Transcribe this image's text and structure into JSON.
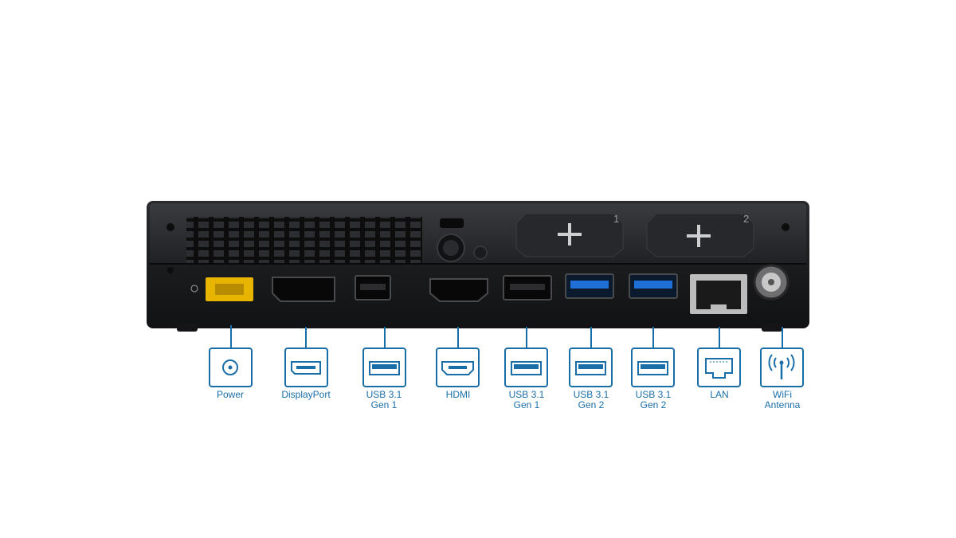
{
  "bay_numbers": [
    "1",
    "2"
  ],
  "ports": [
    {
      "id": "power",
      "line1": "Power",
      "line2": "",
      "icon": "power-icon"
    },
    {
      "id": "displayport",
      "line1": "DisplayPort",
      "line2": "",
      "icon": "displayport-icon"
    },
    {
      "id": "usb-a",
      "line1": "USB 3.1",
      "line2": "Gen 1",
      "icon": "usb-icon"
    },
    {
      "id": "hdmi",
      "line1": "HDMI",
      "line2": "",
      "icon": "hdmi-icon"
    },
    {
      "id": "usb-b",
      "line1": "USB 3.1",
      "line2": "Gen 1",
      "icon": "usb-icon"
    },
    {
      "id": "usb-c",
      "line1": "USB 3.1",
      "line2": "Gen 2",
      "icon": "usb-icon"
    },
    {
      "id": "usb-d",
      "line1": "USB 3.1",
      "line2": "Gen 2",
      "icon": "usb-icon"
    },
    {
      "id": "lan",
      "line1": "LAN",
      "line2": "",
      "icon": "lan-icon"
    },
    {
      "id": "wifi",
      "line1": "WiFi",
      "line2": "Antenna",
      "icon": "wifi-antenna-icon"
    }
  ],
  "colors": {
    "label_blue": "#1a6ea8",
    "usb_blue": "#1f6fd6",
    "power_yellow": "#e7b400",
    "chassis": "#1b1c1e"
  }
}
